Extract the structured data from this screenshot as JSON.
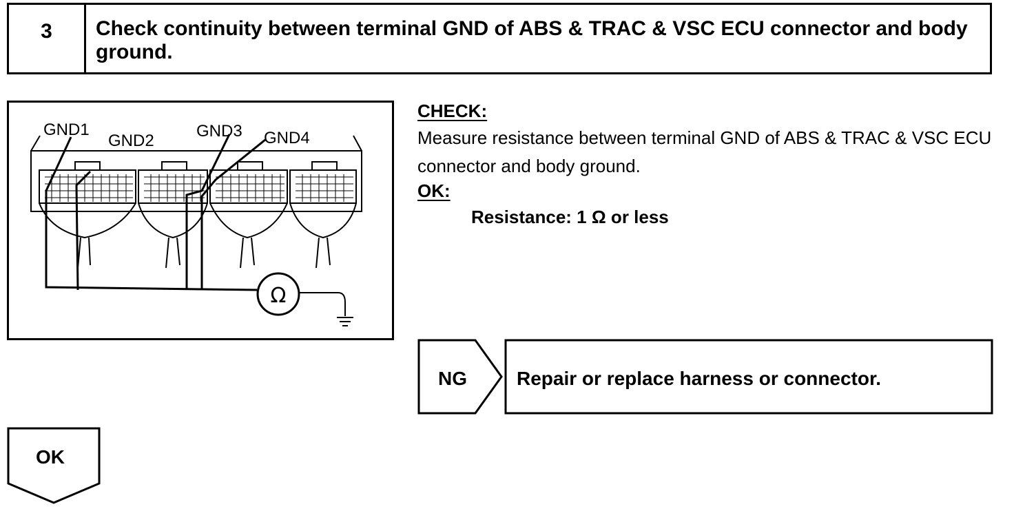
{
  "step": {
    "number": "3",
    "title": "Check continuity between terminal GND of ABS & TRAC & VSC ECU connector and body ground."
  },
  "figure": {
    "labels": [
      "GND1",
      "GND2",
      "GND3",
      "GND4"
    ],
    "meter_symbol": "Ω"
  },
  "check": {
    "heading": "CHECK:",
    "text": "Measure resistance between terminal GND of ABS & TRAC & VSC ECU connector and body ground."
  },
  "ok": {
    "heading": "OK:",
    "spec": "Resistance: 1 Ω or less"
  },
  "ng": {
    "label": "NG",
    "action": "Repair or replace harness or connector."
  },
  "ok_arrow": {
    "label": "OK"
  }
}
